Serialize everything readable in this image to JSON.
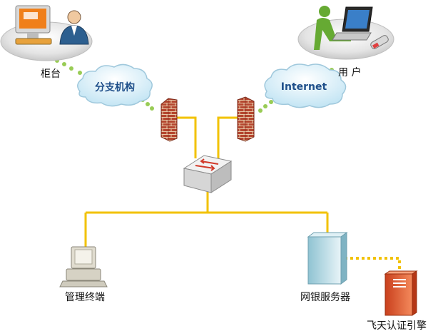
{
  "diagram": {
    "nodes": {
      "counter": {
        "label": "柜台"
      },
      "user": {
        "label": "用 户"
      },
      "branch": {
        "label": "分支机构"
      },
      "internet": {
        "label": "Internet"
      },
      "mgmt": {
        "label": "管理终端"
      },
      "bank_server": {
        "label": "网银服务器"
      },
      "auth_engine": {
        "label": "飞天认证引擎"
      }
    },
    "colors": {
      "link": "#f2c200",
      "dotted_link": "#99cc55",
      "firewall": "#b5462f",
      "server_body": "#bfe0ea",
      "auth_body": "#e8542a"
    }
  }
}
